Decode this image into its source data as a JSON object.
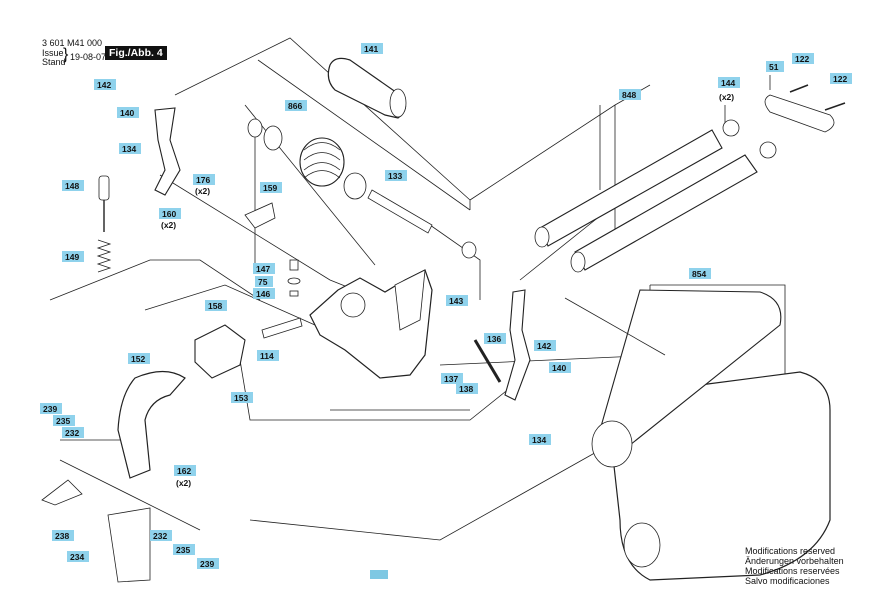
{
  "header": {
    "part_number": "3 601 M41 000",
    "issue_label": "Issue",
    "stand_label": "Stand",
    "date": "19-08-07",
    "figure": "Fig./Abb. 4"
  },
  "notes": [
    "Modifications reserved",
    "Änderungen vorbehalten",
    "Modifications reservées",
    "Salvo modificaciones"
  ],
  "callouts": [
    {
      "id": "141"
    },
    {
      "id": "142"
    },
    {
      "id": "140"
    },
    {
      "id": "866"
    },
    {
      "id": "134"
    },
    {
      "id": "176",
      "qty": "(x2)"
    },
    {
      "id": "159"
    },
    {
      "id": "148"
    },
    {
      "id": "160",
      "qty": "(x2)"
    },
    {
      "id": "133"
    },
    {
      "id": "848"
    },
    {
      "id": "144",
      "qty": "(x2)"
    },
    {
      "id": "51"
    },
    {
      "id": "122"
    },
    {
      "id": "122"
    },
    {
      "id": "149"
    },
    {
      "id": "147"
    },
    {
      "id": "75"
    },
    {
      "id": "146"
    },
    {
      "id": "158"
    },
    {
      "id": "143"
    },
    {
      "id": "142"
    },
    {
      "id": "136"
    },
    {
      "id": "140"
    },
    {
      "id": "114"
    },
    {
      "id": "152"
    },
    {
      "id": "137"
    },
    {
      "id": "138"
    },
    {
      "id": "153"
    },
    {
      "id": "854"
    },
    {
      "id": "239"
    },
    {
      "id": "235"
    },
    {
      "id": "232"
    },
    {
      "id": "162",
      "qty": "(x2)"
    },
    {
      "id": "134"
    },
    {
      "id": "238"
    },
    {
      "id": "232"
    },
    {
      "id": "235"
    },
    {
      "id": "234"
    },
    {
      "id": "239"
    }
  ]
}
